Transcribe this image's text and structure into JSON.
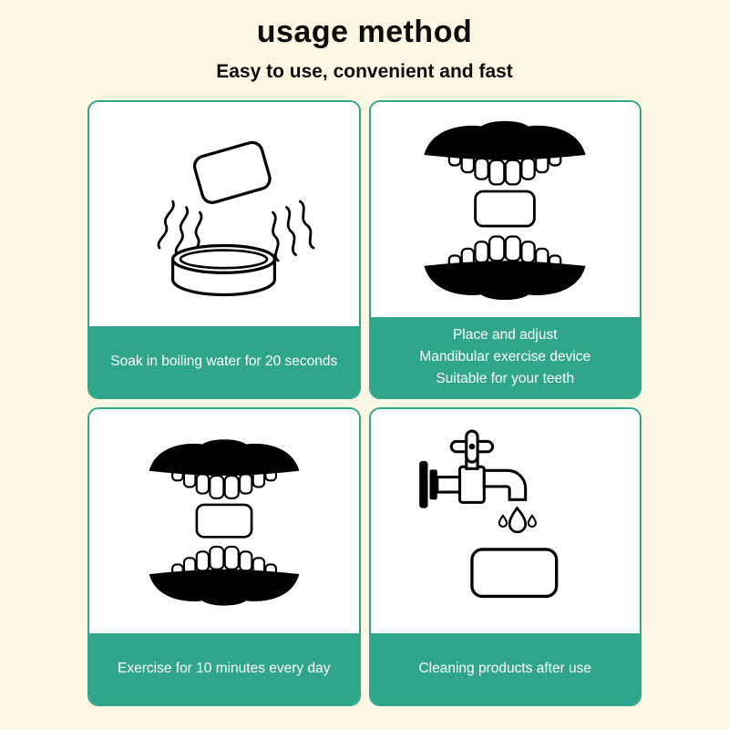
{
  "header": {
    "title": "usage method",
    "subtitle": "Easy to use, convenient and fast"
  },
  "colors": {
    "accent": "#2fa68b",
    "background": "#fbf7e2",
    "card_background": "#ffffff",
    "caption_text": "#ffffff",
    "heading_text": "#111111",
    "line_art": "#000000"
  },
  "cards": [
    {
      "icon": "steam-bowl-icon",
      "lines": [
        "Soak in boiling water for 20 seconds"
      ]
    },
    {
      "icon": "dentures-guard-icon",
      "lines": [
        "Place and adjust",
        "Mandibular exercise device",
        "Suitable for your teeth"
      ]
    },
    {
      "icon": "dentures-guard-icon",
      "lines": [
        "Exercise for 10 minutes every day"
      ]
    },
    {
      "icon": "faucet-clean-icon",
      "lines": [
        "Cleaning products after use"
      ]
    }
  ]
}
